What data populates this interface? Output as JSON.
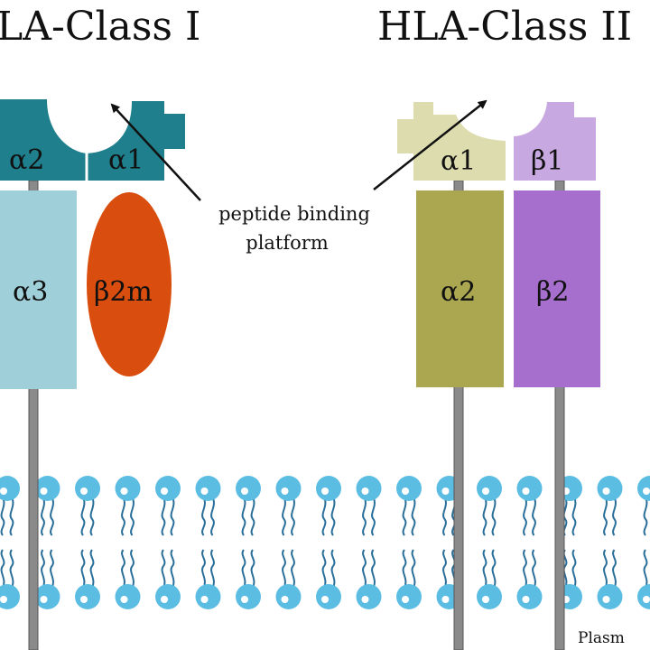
{
  "titles": {
    "class1": "LA-Class I",
    "class2": "HLA-Class II"
  },
  "class1": {
    "alpha2": "α2",
    "alpha1": "α1",
    "alpha3": "α3",
    "b2m": "β2m"
  },
  "class2": {
    "alpha1": "α1",
    "beta1": "β1",
    "alpha2": "α2",
    "beta2": "β2"
  },
  "annotation": {
    "line1": "peptide binding",
    "line2": "platform"
  },
  "membrane": {
    "label": "Plasm"
  },
  "colors": {
    "class1_alpha_top": "#1f7f8c",
    "class1_alpha3": "#9fcfd8",
    "b2m": "#d94d0e",
    "class2_alpha1": "#dcdcaf",
    "class2_alpha2": "#aaa750",
    "class2_beta1": "#c8a8e0",
    "class2_beta2": "#a66fce",
    "lipid": "#5cbde3"
  }
}
